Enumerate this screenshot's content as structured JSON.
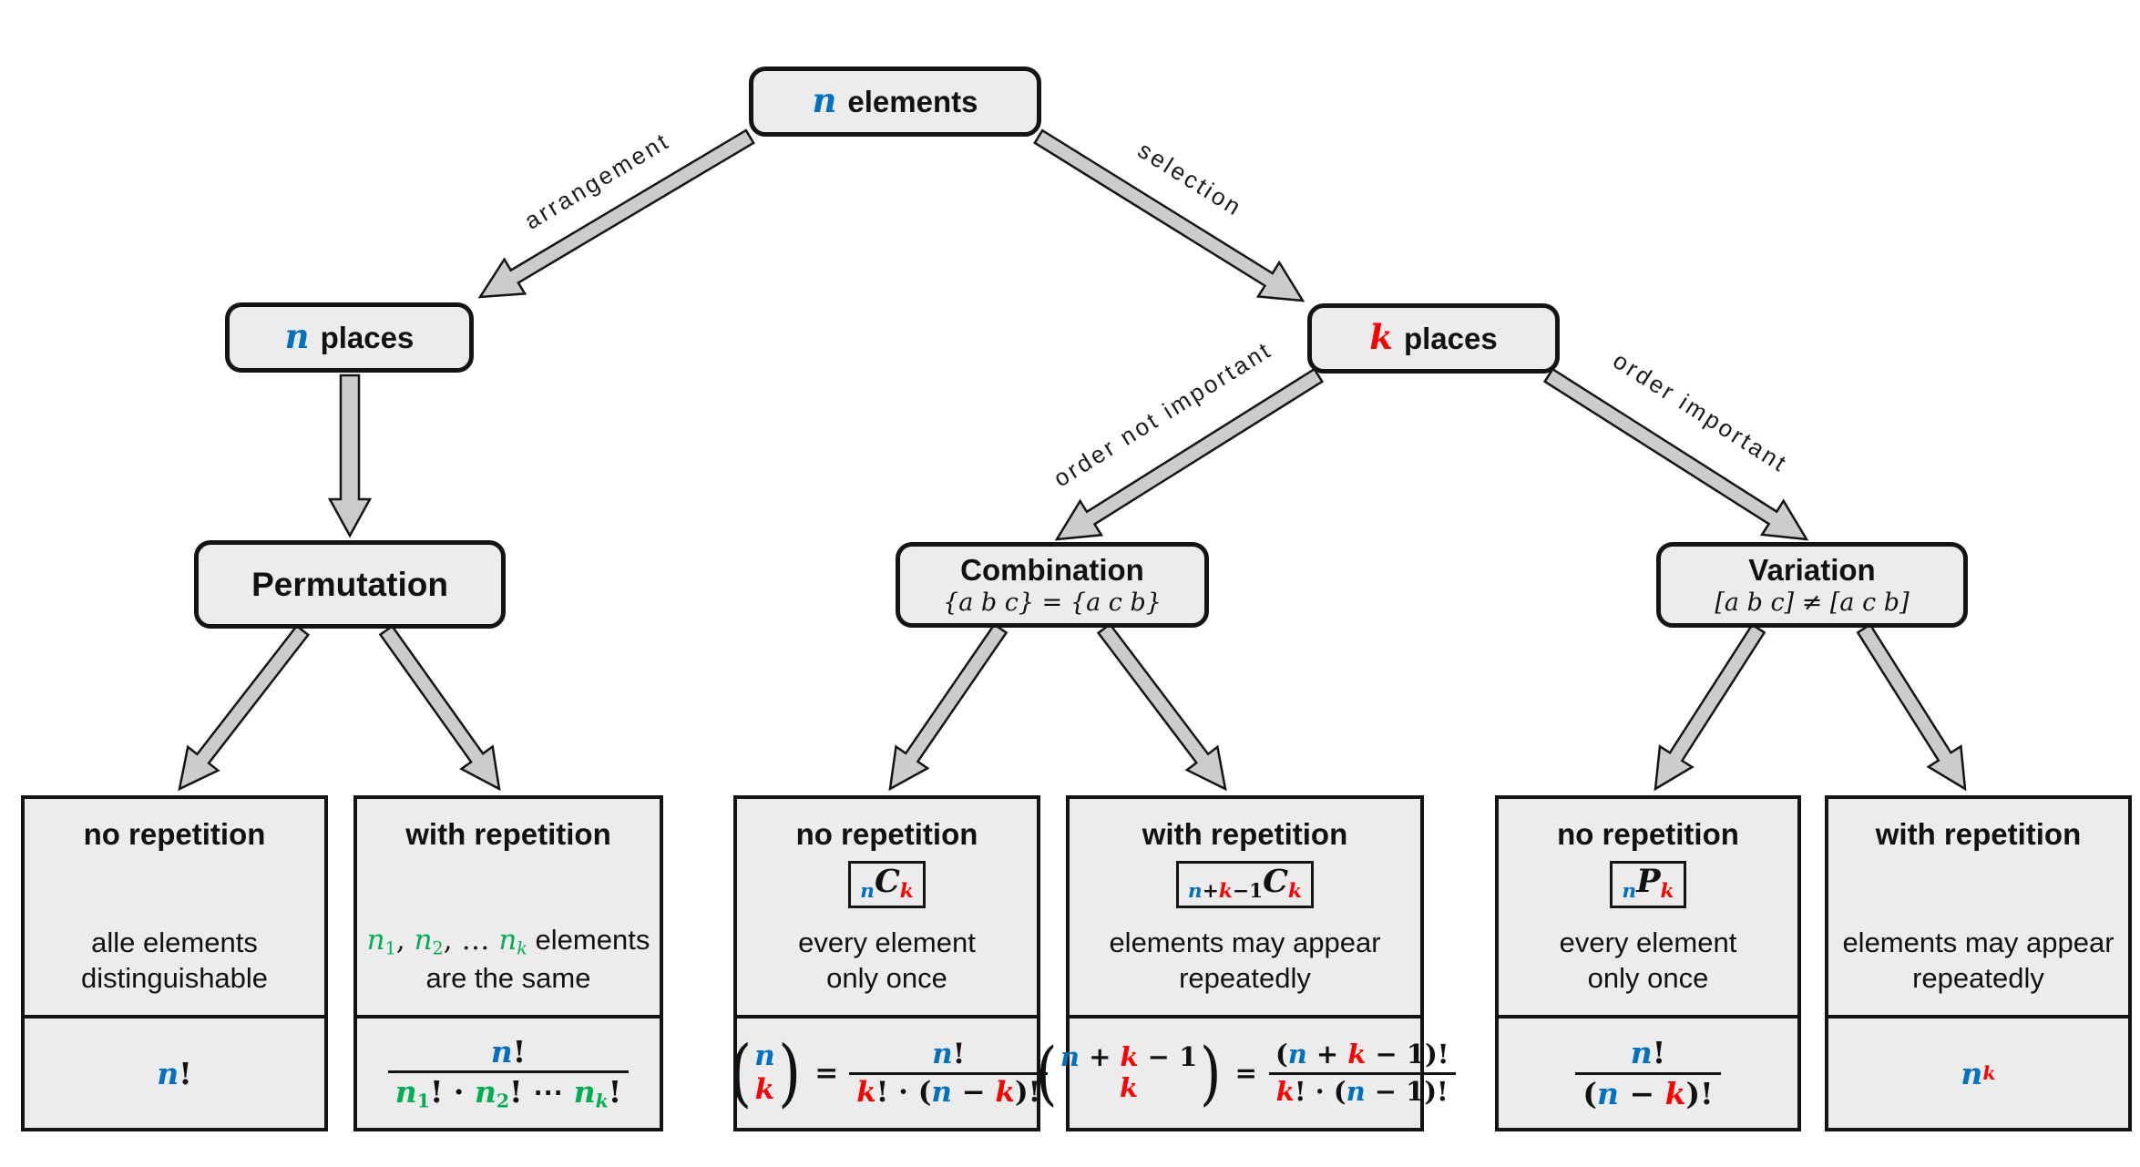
{
  "palette": {
    "blue": "#0070C0",
    "red": "#FF0000",
    "green": "#00B050",
    "box_fill": "#ececec",
    "arrow_fill": "#cccccc",
    "border": "#141414"
  },
  "nodes": {
    "root": {
      "math": "n",
      "label": "elements"
    },
    "n_places": {
      "math": "n",
      "label": "places"
    },
    "k_places": {
      "math": "k",
      "label": "places"
    },
    "permutation": {
      "title": "Permutation"
    },
    "combination": {
      "title": "Combination",
      "subtitle": "{a b c} = {a c b}"
    },
    "variation": {
      "title": "Variation",
      "subtitle": "[a b c] ≠ [a c b]"
    }
  },
  "edges": {
    "arrangement": "arrangement",
    "selection": "selection",
    "order_not_important": "order not important",
    "order_important": "order important"
  },
  "leaves": [
    {
      "title": "no repetition",
      "desc1": [
        [
          "alle elements",
          "txt"
        ]
      ],
      "desc2": [
        [
          "distinguishable",
          "txt"
        ]
      ],
      "formula": [
        [
          "n",
          "b"
        ],
        [
          "!",
          "up"
        ]
      ]
    },
    {
      "title": "with repetition",
      "desc1": [
        [
          "n",
          "g m"
        ],
        [
          "1",
          "g m sub up"
        ],
        [
          ", ",
          "m up"
        ],
        [
          "n",
          "g m"
        ],
        [
          "2",
          "g m sub up"
        ],
        [
          ", … ",
          "m up"
        ],
        [
          "n",
          "g m"
        ],
        [
          "k",
          "g m sub"
        ],
        [
          " elements",
          "txt"
        ]
      ],
      "desc2": [
        [
          "are the same",
          "txt"
        ]
      ],
      "num": [
        [
          "n",
          "b"
        ],
        [
          "!",
          "up"
        ]
      ],
      "den": [
        [
          "n",
          "g"
        ],
        [
          "1",
          "g sub up"
        ],
        [
          "!",
          "up"
        ],
        [
          " · ",
          "up"
        ],
        [
          "n",
          "g"
        ],
        [
          "2",
          "g sub up"
        ],
        [
          "!",
          "up"
        ],
        [
          " ⋯ ",
          "up"
        ],
        [
          "n",
          "g"
        ],
        [
          "k",
          "g sub"
        ],
        [
          "!",
          "up"
        ]
      ]
    },
    {
      "title": "no repetition",
      "badge": [
        [
          "n",
          "b sub"
        ],
        [
          "C",
          ""
        ],
        [
          "k",
          "r sub"
        ]
      ],
      "desc1": [
        [
          "every element",
          "txt"
        ]
      ],
      "desc2": [
        [
          "only once",
          "txt"
        ]
      ],
      "lparen": "(",
      "rparen": ")",
      "eq": "=",
      "binom_top": [
        [
          "n",
          "b"
        ]
      ],
      "binom_bot": [
        [
          "k",
          "r"
        ]
      ],
      "num": [
        [
          "n",
          "b"
        ],
        [
          "!",
          "up"
        ]
      ],
      "den": [
        [
          "k",
          "r"
        ],
        [
          "! · (",
          "up"
        ],
        [
          "n",
          "b"
        ],
        [
          " − ",
          "up"
        ],
        [
          "k",
          "r"
        ],
        [
          ")!",
          "up"
        ]
      ]
    },
    {
      "title": "with repetition",
      "badge": [
        [
          "n",
          "b sub"
        ],
        [
          "+",
          "sub up"
        ],
        [
          "k",
          "r sub"
        ],
        [
          "−1",
          "sub up"
        ],
        [
          "C",
          ""
        ],
        [
          "k",
          "r sub"
        ]
      ],
      "desc1": [
        [
          "elements may appear",
          "txt"
        ]
      ],
      "desc2": [
        [
          "repeatedly",
          "txt"
        ]
      ],
      "lparen": "(",
      "rparen": ")",
      "eq": "=",
      "binom_top": [
        [
          "n",
          "b"
        ],
        [
          " + ",
          "up"
        ],
        [
          "k",
          "r"
        ],
        [
          " − 1",
          "up"
        ]
      ],
      "binom_bot": [
        [
          "k",
          "r"
        ]
      ],
      "num": [
        [
          "(",
          "up"
        ],
        [
          "n",
          "b"
        ],
        [
          " + ",
          "up"
        ],
        [
          "k",
          "r"
        ],
        [
          " − 1",
          "up"
        ],
        [
          ")!",
          "up"
        ]
      ],
      "den": [
        [
          "k",
          "r"
        ],
        [
          "! · (",
          "up"
        ],
        [
          "n",
          "b"
        ],
        [
          " − 1",
          "up"
        ],
        [
          ")!",
          "up"
        ]
      ]
    },
    {
      "title": "no repetition",
      "badge": [
        [
          "n",
          "b sub"
        ],
        [
          "P",
          ""
        ],
        [
          "k",
          "r sub"
        ]
      ],
      "desc1": [
        [
          "every element",
          "txt"
        ]
      ],
      "desc2": [
        [
          "only once",
          "txt"
        ]
      ],
      "num": [
        [
          "n",
          "b"
        ],
        [
          "!",
          "up"
        ]
      ],
      "den": [
        [
          "(",
          "up"
        ],
        [
          "n",
          "b"
        ],
        [
          " − ",
          "up"
        ],
        [
          "k",
          "r"
        ],
        [
          ")!",
          "up"
        ]
      ]
    },
    {
      "title": "with repetition",
      "desc1": [
        [
          "elements may appear",
          "txt"
        ]
      ],
      "desc2": [
        [
          "repeatedly",
          "txt"
        ]
      ],
      "formula": [
        [
          "n",
          "b"
        ],
        [
          "k",
          "r sup"
        ]
      ]
    }
  ]
}
